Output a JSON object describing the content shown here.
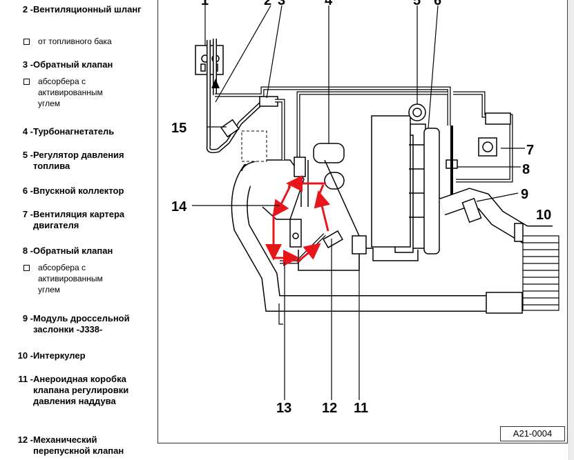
{
  "legend": {
    "items": [
      {
        "num": "2 -",
        "text": "Вентиляционный шланг",
        "subs": [
          "от топливного бака"
        ]
      },
      {
        "num": "3 -",
        "text": "Обратный клапан",
        "subs": [
          "абсорбера с активированным углем"
        ]
      },
      {
        "num": "4 -",
        "text": "Турбонагнетатель",
        "subs": []
      },
      {
        "num": "5 -",
        "text": "Регулятор давления топлива",
        "subs": []
      },
      {
        "num": "6 -",
        "text": "Впускной коллектор",
        "subs": []
      },
      {
        "num": "7 -",
        "text": "Вентиляция картера двигателя",
        "subs": []
      },
      {
        "num": "8 -",
        "text": "Обратный клапан",
        "subs": [
          "абсорбера с активированным углем"
        ]
      },
      {
        "num": "9 -",
        "text": "Модуль дроссельной заслонки -J338-",
        "subs": []
      },
      {
        "num": "10 -",
        "text": "Интеркулер",
        "subs": []
      },
      {
        "num": "11 -",
        "text": "Анероидная коробка клапана регулировки давления наддува",
        "subs": []
      },
      {
        "num": "12 -",
        "text": "Механический перепускной клапан",
        "subs": []
      }
    ]
  },
  "diagram": {
    "callouts": [
      "1",
      "2",
      "3",
      "4",
      "5",
      "6",
      "7",
      "8",
      "9",
      "10",
      "11",
      "12",
      "13",
      "14",
      "15"
    ],
    "figure_code": "A21-0004",
    "arrow_color": "#e8151b"
  }
}
